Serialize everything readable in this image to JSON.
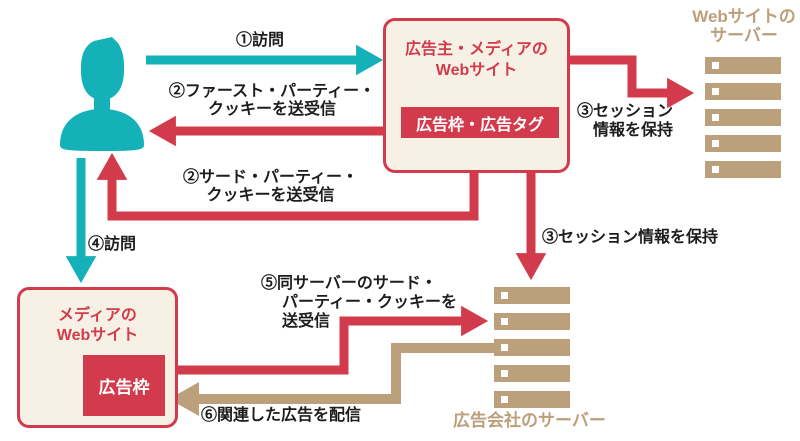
{
  "colors": {
    "teal": "#15b1b9",
    "red": "#d13b4b",
    "tan": "#bca07c",
    "cream": "#f7f1e5",
    "ink": "#1d1d1d"
  },
  "advertiser_box": {
    "title": [
      "広告主・メディアの",
      "Webサイト"
    ],
    "tag": "広告枠・広告タグ"
  },
  "media_box": {
    "title": [
      "メディアの",
      "Webサイト"
    ],
    "tag": "広告枠"
  },
  "website_server": {
    "label": [
      "Webサイトの",
      "サーバー"
    ]
  },
  "ad_server": {
    "label": "広告会社のサーバー"
  },
  "steps": {
    "s1": "①訪問",
    "s2_first": [
      "②ファースト・パーティー・",
      "クッキーを送受信"
    ],
    "s2_third": [
      "②サード・パーティー・",
      "クッキーを送受信"
    ],
    "s3_top": [
      "③セッション",
      "情報を保持"
    ],
    "s3_bottom": "③セッション情報を保持",
    "s4": "④訪問",
    "s5": [
      "⑤同サーバーのサード・",
      "パーティー・クッキーを",
      "送受信"
    ],
    "s6": "⑥関連した広告を配信"
  }
}
